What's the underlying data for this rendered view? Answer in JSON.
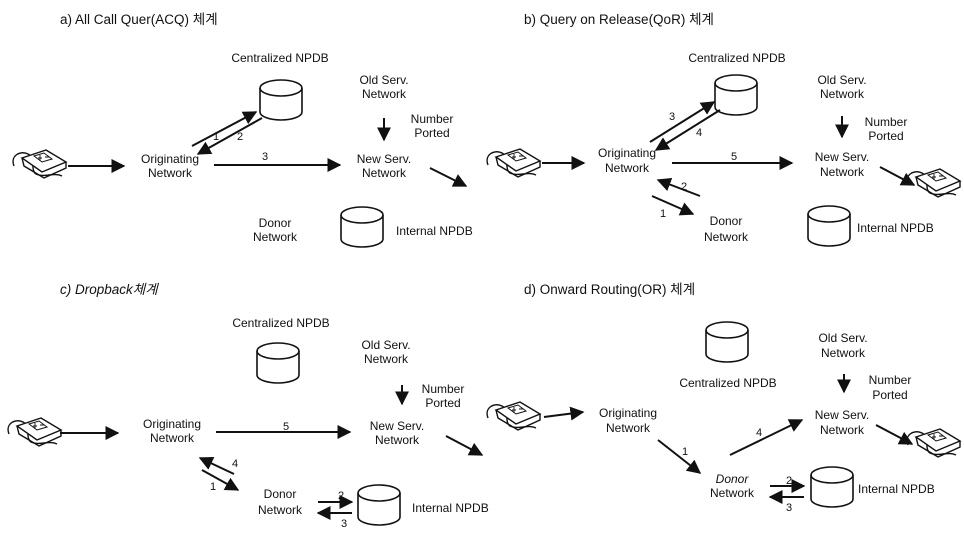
{
  "panels": {
    "a": {
      "title": "a) All Call Quer(ACQ) 체계",
      "originating": [
        "Originating",
        "Network"
      ],
      "centralized": "Centralized NPDB",
      "old_serv": [
        "Old Serv.",
        "Network"
      ],
      "number_ported": [
        "Number",
        "Ported"
      ],
      "new_serv": [
        "New Serv.",
        "Network"
      ],
      "donor": [
        "Donor",
        "Network"
      ],
      "internal": "Internal NPDB",
      "step_labels": [
        "1",
        "2",
        "3"
      ]
    },
    "b": {
      "title": "b) Query on Release(QoR) 체계",
      "originating": [
        "Originating",
        "Network"
      ],
      "centralized": "Centralized NPDB",
      "old_serv": [
        "Old Serv.",
        "Network"
      ],
      "number_ported": [
        "Number",
        "Ported"
      ],
      "new_serv": [
        "New Serv.",
        "Network"
      ],
      "donor": [
        "Donor",
        "Network"
      ],
      "internal": "Internal NPDB",
      "step_labels": [
        "3",
        "4",
        "5",
        "2",
        "1"
      ]
    },
    "c": {
      "title": "c) Dropback체계",
      "originating": [
        "Originating",
        "Network"
      ],
      "centralized": "Centralized NPDB",
      "old_serv": [
        "Old Serv.",
        "Network"
      ],
      "number_ported": [
        "Number",
        "Ported"
      ],
      "new_serv": [
        "New Serv.",
        "Network"
      ],
      "donor": [
        "Donor",
        "Network"
      ],
      "internal": "Internal NPDB",
      "step_labels": [
        "5",
        "4",
        "1",
        "2",
        "3"
      ]
    },
    "d": {
      "title": "d) Onward Routing(OR) 체계",
      "originating": [
        "Originating",
        "Network"
      ],
      "centralized": "Centralized NPDB",
      "old_serv": [
        "Old Serv.",
        "Network"
      ],
      "number_ported": [
        "Number",
        "Ported"
      ],
      "new_serv": [
        "New Serv.",
        "Network"
      ],
      "donor": [
        "Donor",
        "Network"
      ],
      "internal": "Internal NPDB",
      "step_labels": [
        "1",
        "4",
        "2",
        "3"
      ]
    }
  }
}
